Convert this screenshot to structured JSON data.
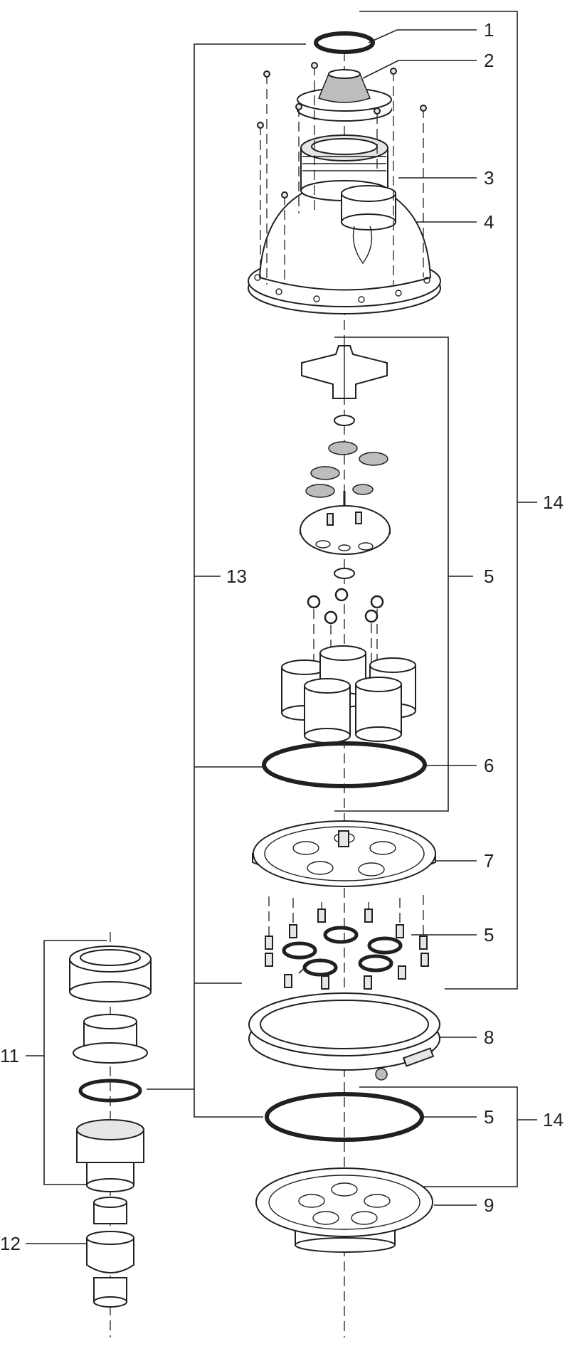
{
  "diagram": {
    "callouts": [
      "1",
      "2",
      "3",
      "4",
      "5",
      "6",
      "7",
      "8",
      "9",
      "11",
      "12",
      "13",
      "14"
    ],
    "labels": {
      "n1": "1",
      "n2": "2",
      "n3": "3",
      "n4": "4",
      "n5a": "5",
      "n6": "6",
      "n7": "7",
      "n5b": "5",
      "n8": "8",
      "n5c": "5",
      "n9": "9",
      "n11": "11",
      "n12": "12",
      "n13": "13",
      "n14a": "14",
      "n14b": "14"
    }
  }
}
